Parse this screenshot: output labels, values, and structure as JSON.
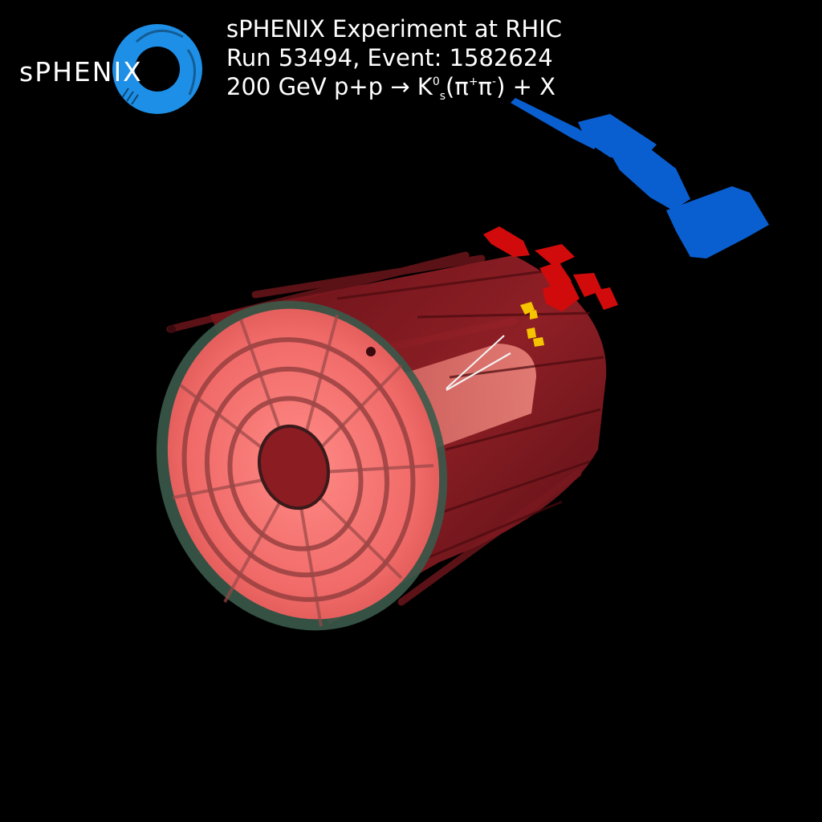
{
  "logo": {
    "text": "sPHENIX",
    "color": "#1e8fe6"
  },
  "info": {
    "line1": "sPHENIX Experiment at RHIC",
    "line2": "Run 53494, Event: 1582624",
    "line3_prefix": "200 GeV p+p → K",
    "line3_k_sup": "0",
    "line3_k_sub": "s",
    "line3_open": "(π",
    "line3_pi_plus": "+",
    "line3_pi_mid": "π",
    "line3_pi_minus": "-",
    "line3_suffix": ") + X"
  },
  "colors": {
    "background": "#000000",
    "detector_body": "#8b1a22",
    "endcap": "#f07070",
    "calorimeter_hits": "#d10b0b",
    "tracker_hits": "#f5c400",
    "outer_hits": "#0a5fd0",
    "tracks": "#ffffff"
  }
}
